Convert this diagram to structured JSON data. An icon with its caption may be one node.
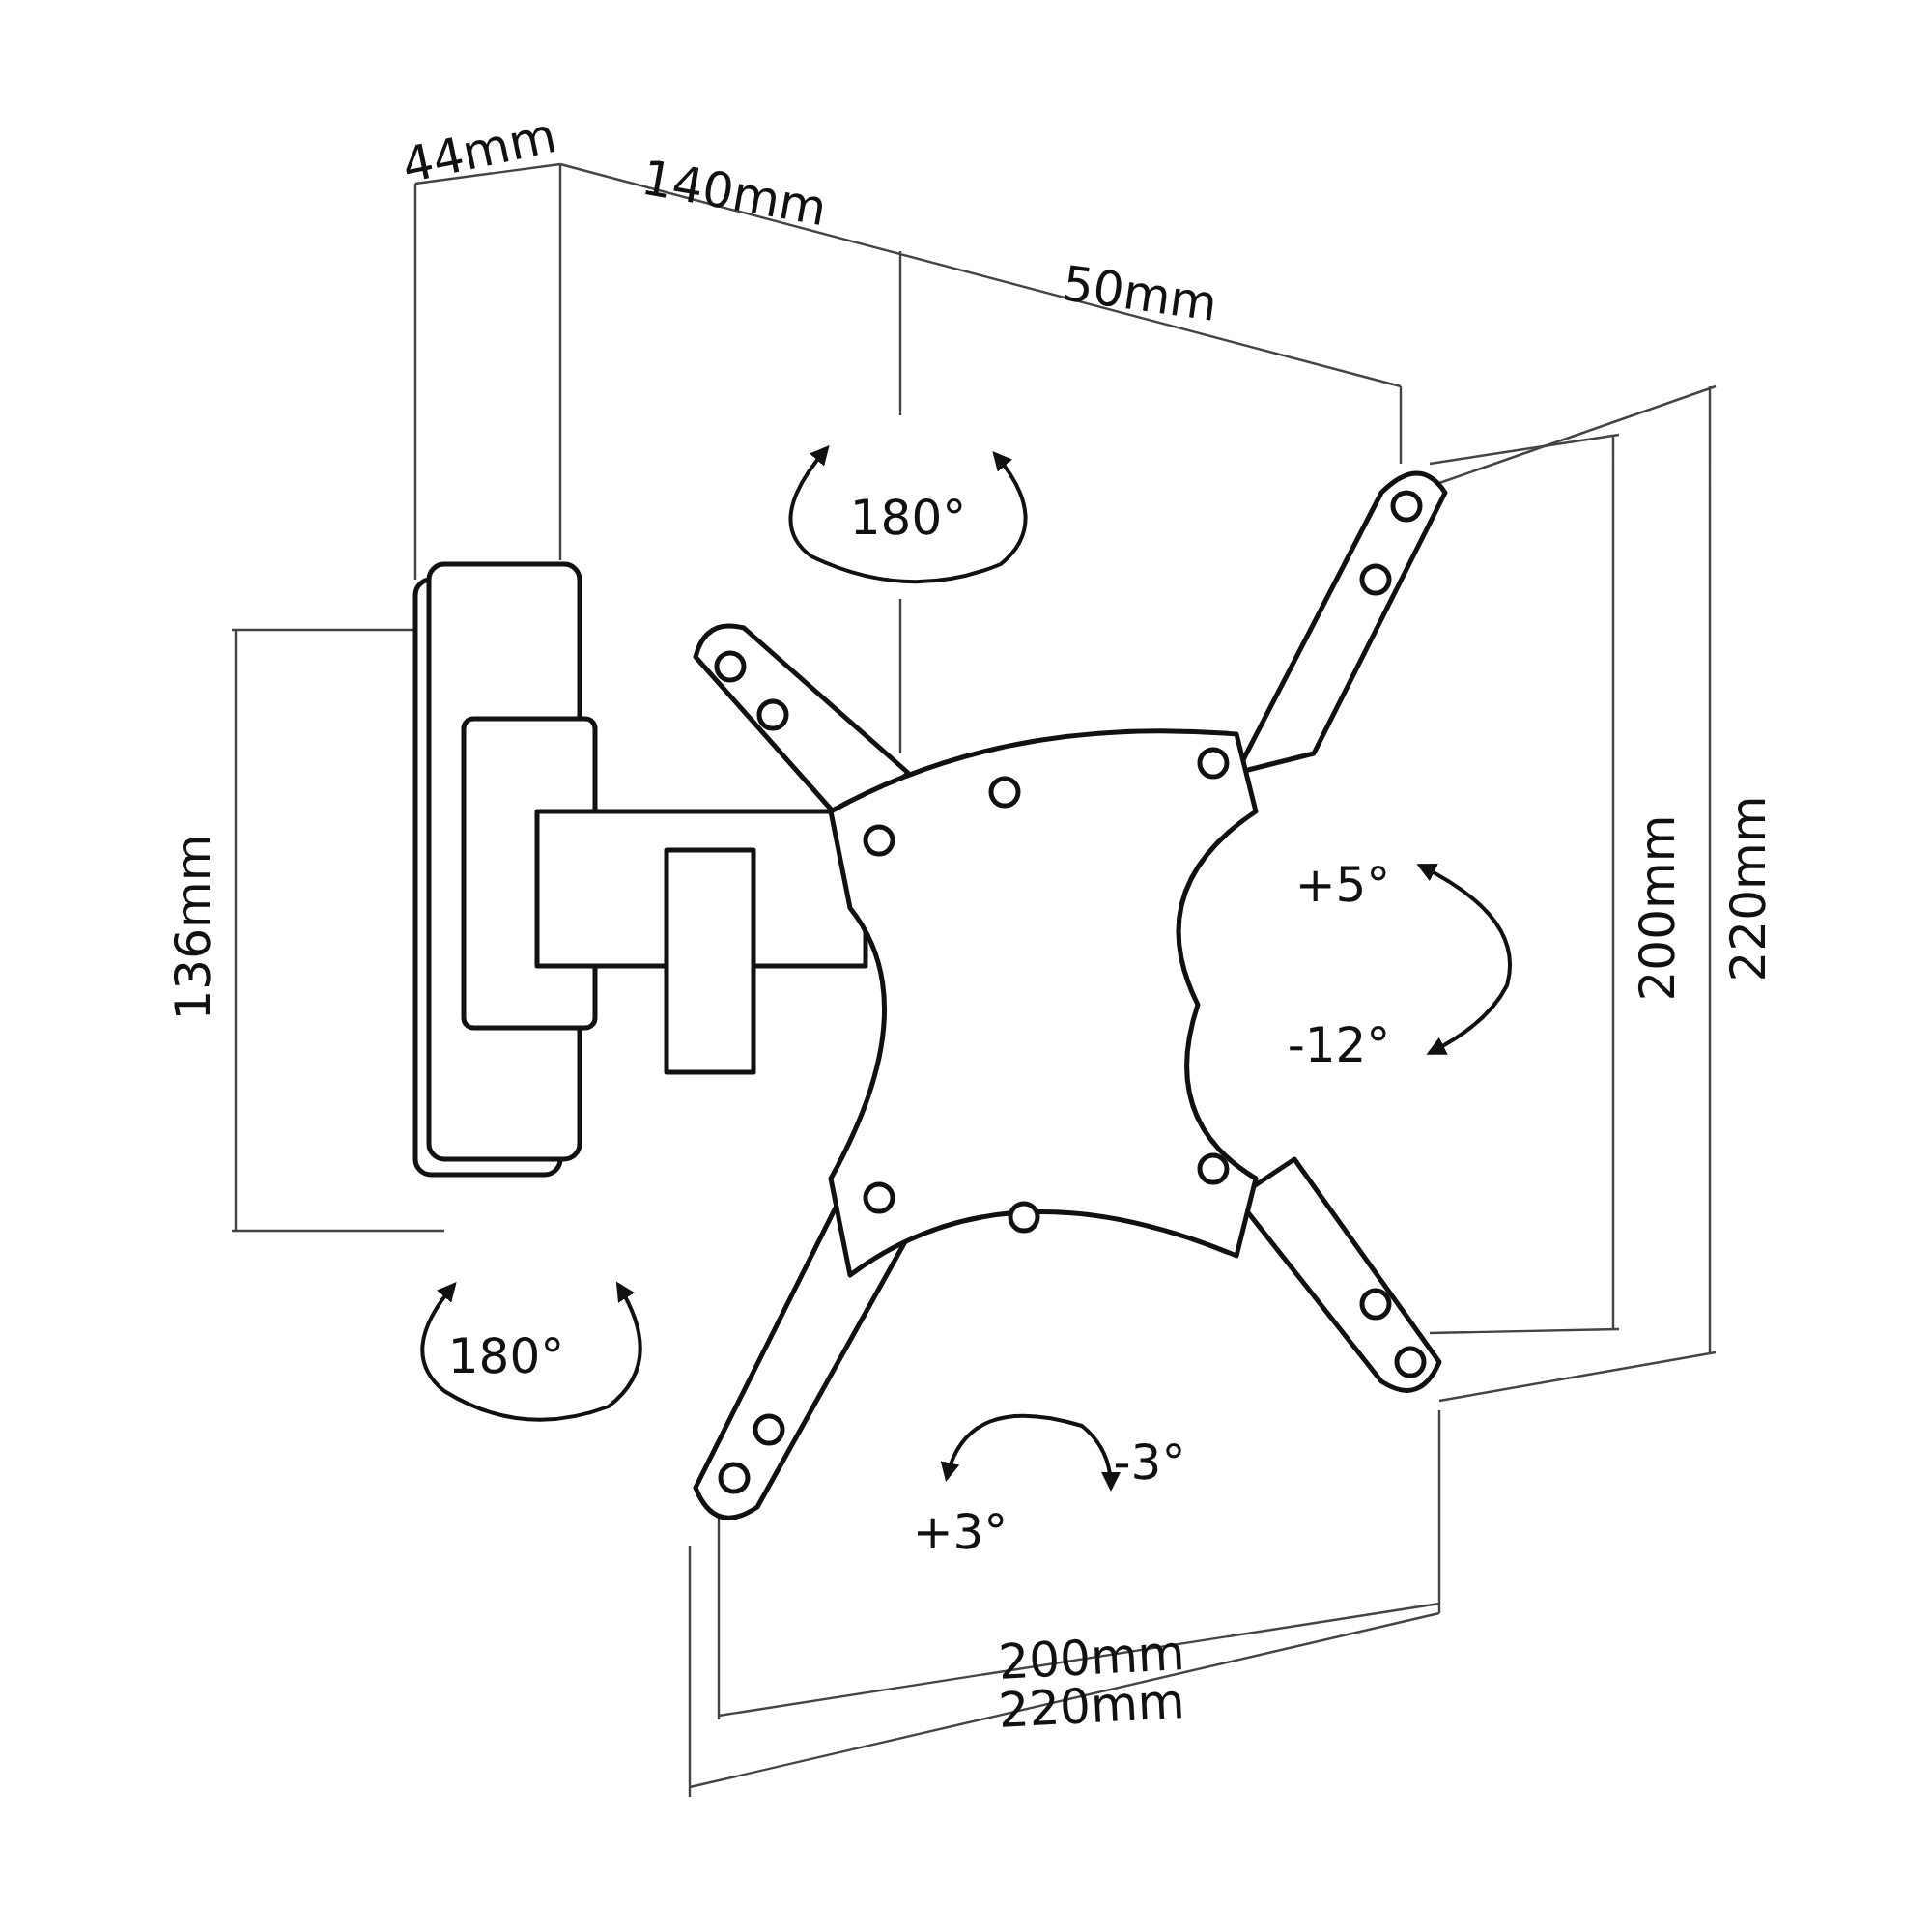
{
  "diagram": {
    "labels": [
      "44mm",
      "140mm",
      "50mm",
      "180°",
      "136mm",
      "+5°",
      "-12°",
      "200mm",
      "220mm",
      "180°",
      "-3°",
      "+3°",
      "200mm",
      "220mm"
    ]
  }
}
